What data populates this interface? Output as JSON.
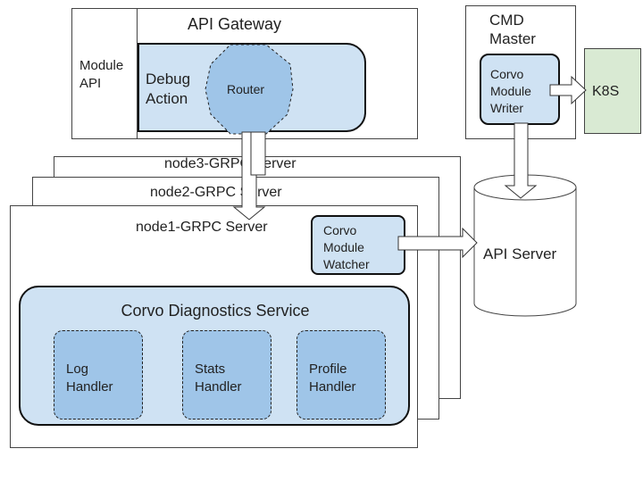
{
  "gateway": {
    "title": "API Gateway",
    "module_api": [
      "Module",
      "API"
    ],
    "debug_action": [
      "Debug",
      "Action"
    ],
    "router": "Router"
  },
  "cmd_master": {
    "title": [
      "CMD",
      "Master"
    ],
    "writer": [
      "Corvo",
      "Module",
      "Writer"
    ],
    "k8s": "K8S"
  },
  "api_server": "API Server",
  "nodes": {
    "node3": "node3-GRPC Server",
    "node2": "node2-GRPC Server",
    "node1": "node1-GRPC Server"
  },
  "watcher": [
    "Corvo",
    "Module",
    "Watcher"
  ],
  "diagnostics": {
    "title": "Corvo Diagnostics Service",
    "handlers": [
      [
        "Log",
        "Handler"
      ],
      [
        "Stats",
        "Handler"
      ],
      [
        "Profile",
        "Handler"
      ]
    ]
  },
  "colors": {
    "light_blue": "#cfe2f3",
    "mid_blue": "#9fc5e8",
    "light_green": "#d9ead3"
  }
}
